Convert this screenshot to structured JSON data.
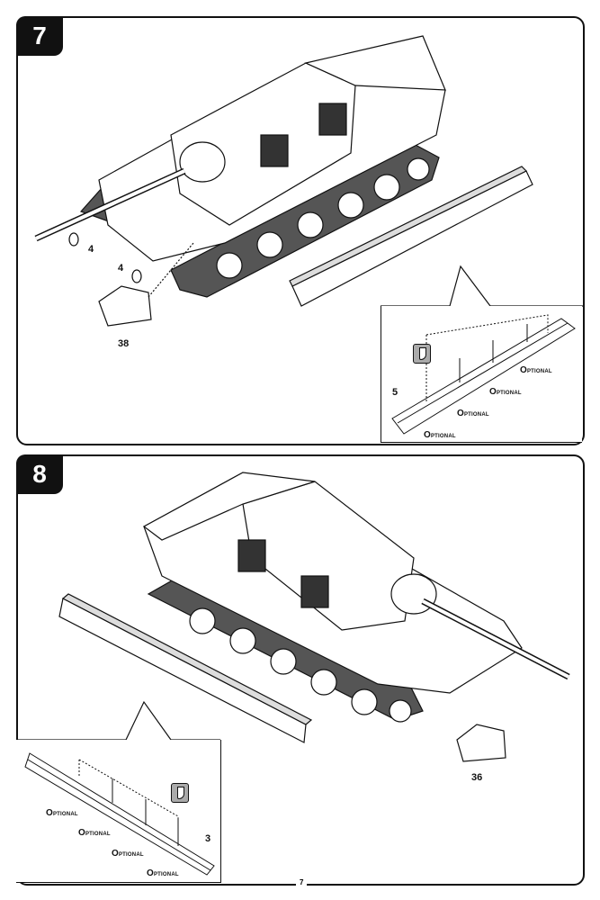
{
  "steps": [
    {
      "number": "7",
      "parts": {
        "shackle_a": "4",
        "shackle_b": "4",
        "cover": "38",
        "skirt": "5"
      },
      "optional_labels": [
        "Optional",
        "Optional",
        "Optional",
        "Optional"
      ],
      "tool_icon": "hobby-knife-icon"
    },
    {
      "number": "8",
      "parts": {
        "cover": "36",
        "skirt": "3"
      },
      "optional_labels": [
        "Optional",
        "Optional",
        "Optional",
        "Optional"
      ],
      "tool_icon": "hobby-knife-icon"
    }
  ],
  "page_number": "7"
}
